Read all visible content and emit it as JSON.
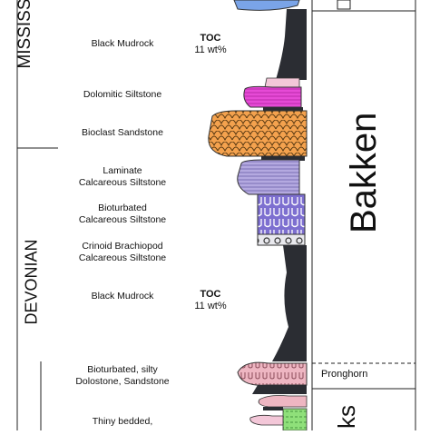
{
  "periods": {
    "upper": "MISSISS",
    "lower": "DEVONIAN"
  },
  "formation": "Bakken",
  "pronghorn": "Pronghorn",
  "bottom_formation_fragment": "ks",
  "lithologies": [
    {
      "lines": [
        "Black Mudrock"
      ]
    },
    {
      "lines": [
        "Dolomitic Siltstone"
      ]
    },
    {
      "lines": [
        "Bioclast Sandstone"
      ]
    },
    {
      "lines": [
        "Laminate",
        "Calcareous Siltstone"
      ]
    },
    {
      "lines": [
        "Bioturbated",
        "Calcareous Siltstone"
      ]
    },
    {
      "lines": [
        "Crinoid Brachiopod",
        "Calcareous Siltstone"
      ]
    },
    {
      "lines": [
        "Black Mudrock"
      ]
    },
    {
      "lines": [
        "Bioturbated, silty",
        "Dolostone, Sandstone"
      ]
    },
    {
      "lines": [
        "Thiny bedded,"
      ]
    }
  ],
  "toc_upper": {
    "label": "TOC",
    "value": "11 wt%"
  },
  "toc_lower": {
    "label": "TOC",
    "value": "11 wt%"
  },
  "colors": {
    "mudrock": "#2b2d33",
    "dolomitic": "#e64ad6",
    "bioclast": "#f4a24e",
    "laminate": "#b4a9e0",
    "bioturbated": "#7d6fd0",
    "pronghorn": "#eeb6c2",
    "green": "#8fe07a",
    "blue_top": "#7aa4e8",
    "pink_light": "#f3c7d8"
  }
}
